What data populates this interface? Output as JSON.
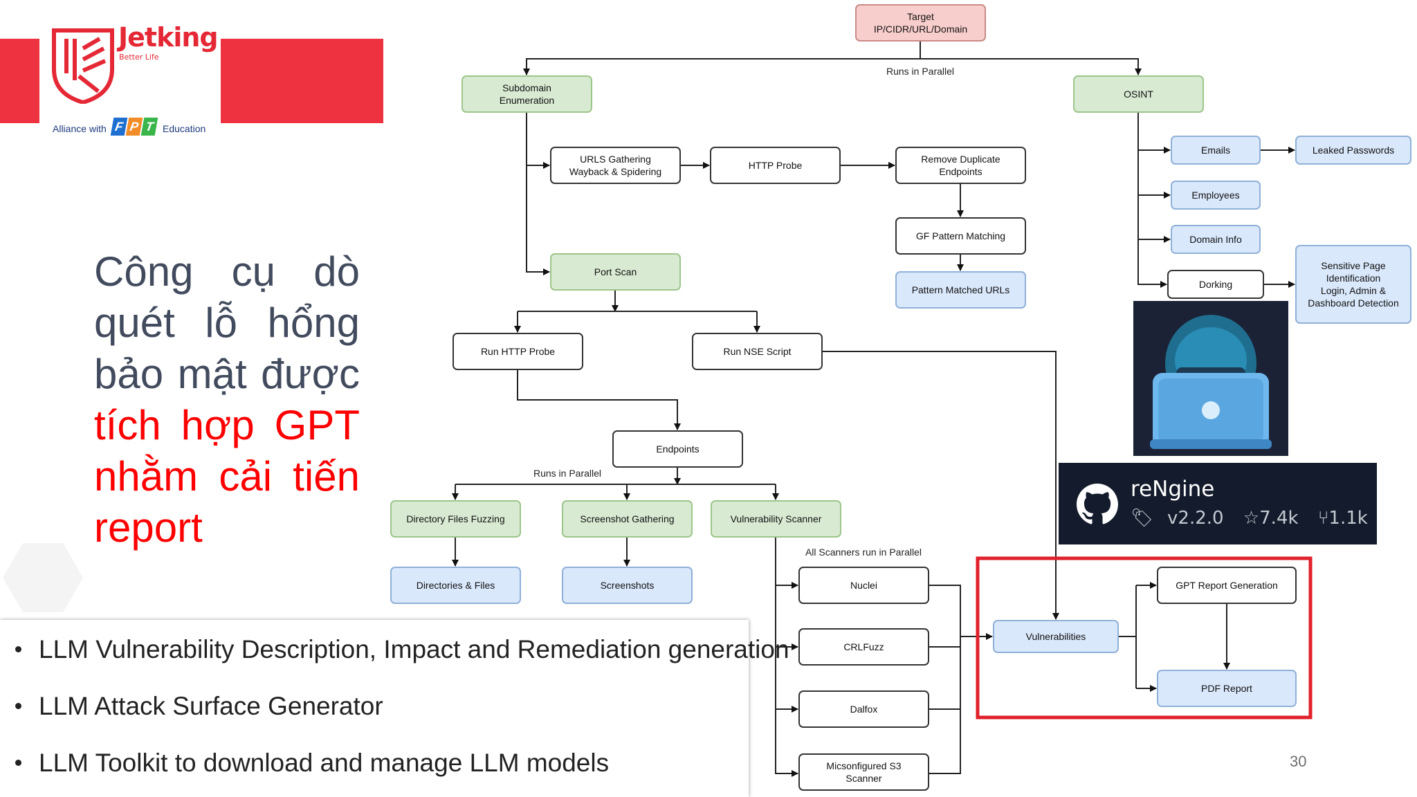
{
  "logo": {
    "brand": "Jetking",
    "tagline": "Better Life",
    "alliance": "Alliance with",
    "fpt_letters": [
      "F",
      "P",
      "T"
    ],
    "education": "Education"
  },
  "heading": {
    "lines_dark": [
      "Công cụ dò",
      "quét lỗ hổng",
      "bảo mật được"
    ],
    "lines_red": [
      "tích hợp GPT",
      "nhằm cải tiến",
      "report"
    ]
  },
  "bullets": [
    "LLM Vulnerability Description, Impact and Remediation generation",
    "LLM Attack Surface Generator",
    "LLM Toolkit to download and manage LLM models"
  ],
  "github": {
    "name": "reNgine",
    "version": "v2.2.0",
    "stars": "7.4k",
    "forks": "1.1k"
  },
  "page_number": "30",
  "colors": {
    "accent_red": "#ee323f",
    "box_green": "#d9ead3",
    "box_blue": "#dae8fc",
    "box_red": "#f8cecc",
    "highlight": "#e0202a"
  },
  "diagram": {
    "nodes": {
      "target": [
        "Target",
        "IP/CIDR/URL/Domain"
      ],
      "subdomain": [
        "Subdomain",
        "Enumeration"
      ],
      "osint": [
        "OSINT"
      ],
      "urls": [
        "URLS Gathering",
        "Wayback & Spidering"
      ],
      "http_probe": [
        "HTTP Probe"
      ],
      "remove_dup": [
        "Remove Duplicate",
        "Endpoints"
      ],
      "gf": [
        "GF Pattern Matching"
      ],
      "pattern_urls": [
        "Pattern Matched URLs"
      ],
      "port_scan": [
        "Port Scan"
      ],
      "run_http": [
        "Run HTTP Probe"
      ],
      "run_nse": [
        "Run NSE Script"
      ],
      "endpoints": [
        "Endpoints"
      ],
      "dir_fuzz": [
        "Directory Files Fuzzing"
      ],
      "screenshot": [
        "Screenshot Gathering"
      ],
      "vuln_scanner": [
        "Vulnerability Scanner"
      ],
      "dirs_files": [
        "Directories & Files"
      ],
      "screenshots": [
        "Screenshots"
      ],
      "nuclei": [
        "Nuclei"
      ],
      "crlfuzz": [
        "CRLFuzz"
      ],
      "dalfox": [
        "Dalfox"
      ],
      "s3": [
        "Micsonfigured S3",
        "Scanner"
      ],
      "vulns": [
        "Vulnerabilities"
      ],
      "gpt_report": [
        "GPT Report Generation"
      ],
      "pdf_report": [
        "PDF Report"
      ],
      "emails": [
        "Emails"
      ],
      "leaked": [
        "Leaked Passwords"
      ],
      "employees": [
        "Employees"
      ],
      "domain_info": [
        "Domain Info"
      ],
      "dorking": [
        "Dorking"
      ],
      "sensitive": [
        "Sensitive Page",
        "Identification",
        "Login, Admin &",
        "Dashboard Detection"
      ]
    },
    "labels": {
      "runs_parallel_top": "Runs in Parallel",
      "runs_parallel_mid": "Runs in Parallel",
      "all_scanners": "All Scanners run in Parallel"
    }
  }
}
